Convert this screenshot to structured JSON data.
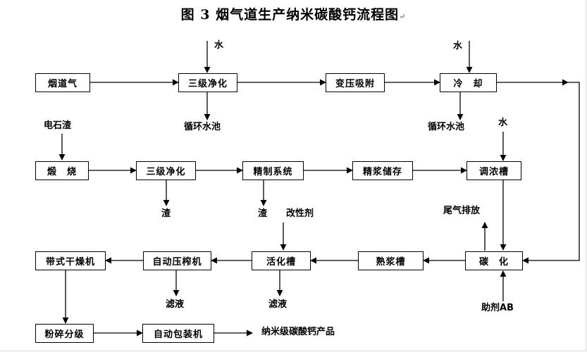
{
  "diagram": {
    "title": "图 3    烟气道生产纳米碳酸钙流程图",
    "title_mark": "↵",
    "nodes": {
      "flue_gas": "烟道气",
      "purify_1": "三级净化",
      "psa": "变压吸附",
      "cooling": "冷　却",
      "calcine": "煅　烧",
      "purify_2": "三级净化",
      "refining": "精制系统",
      "slurry_storage": "精浆储存",
      "thickening": "调浓槽",
      "carbonation": "碳　化",
      "ripening": "熟浆槽",
      "activation": "活化槽",
      "filter_press": "自动压榨机",
      "belt_dryer": "带式干燥机",
      "crushing": "粉碎分级",
      "packaging": "自动包装机"
    },
    "labels": {
      "water_1": "水",
      "water_2": "水",
      "water_3": "水",
      "circ_pool_1": "循环水池",
      "circ_pool_2": "循环水池",
      "carbide_slag": "电石渣",
      "residue_1": "渣",
      "residue_2": "渣",
      "modifier": "改性剂",
      "tail_gas": "尾气排放",
      "additive": "助剂AB",
      "filtrate_1": "滤液",
      "filtrate_2": "滤液",
      "product": "纳米级碳酸钙产品"
    }
  }
}
